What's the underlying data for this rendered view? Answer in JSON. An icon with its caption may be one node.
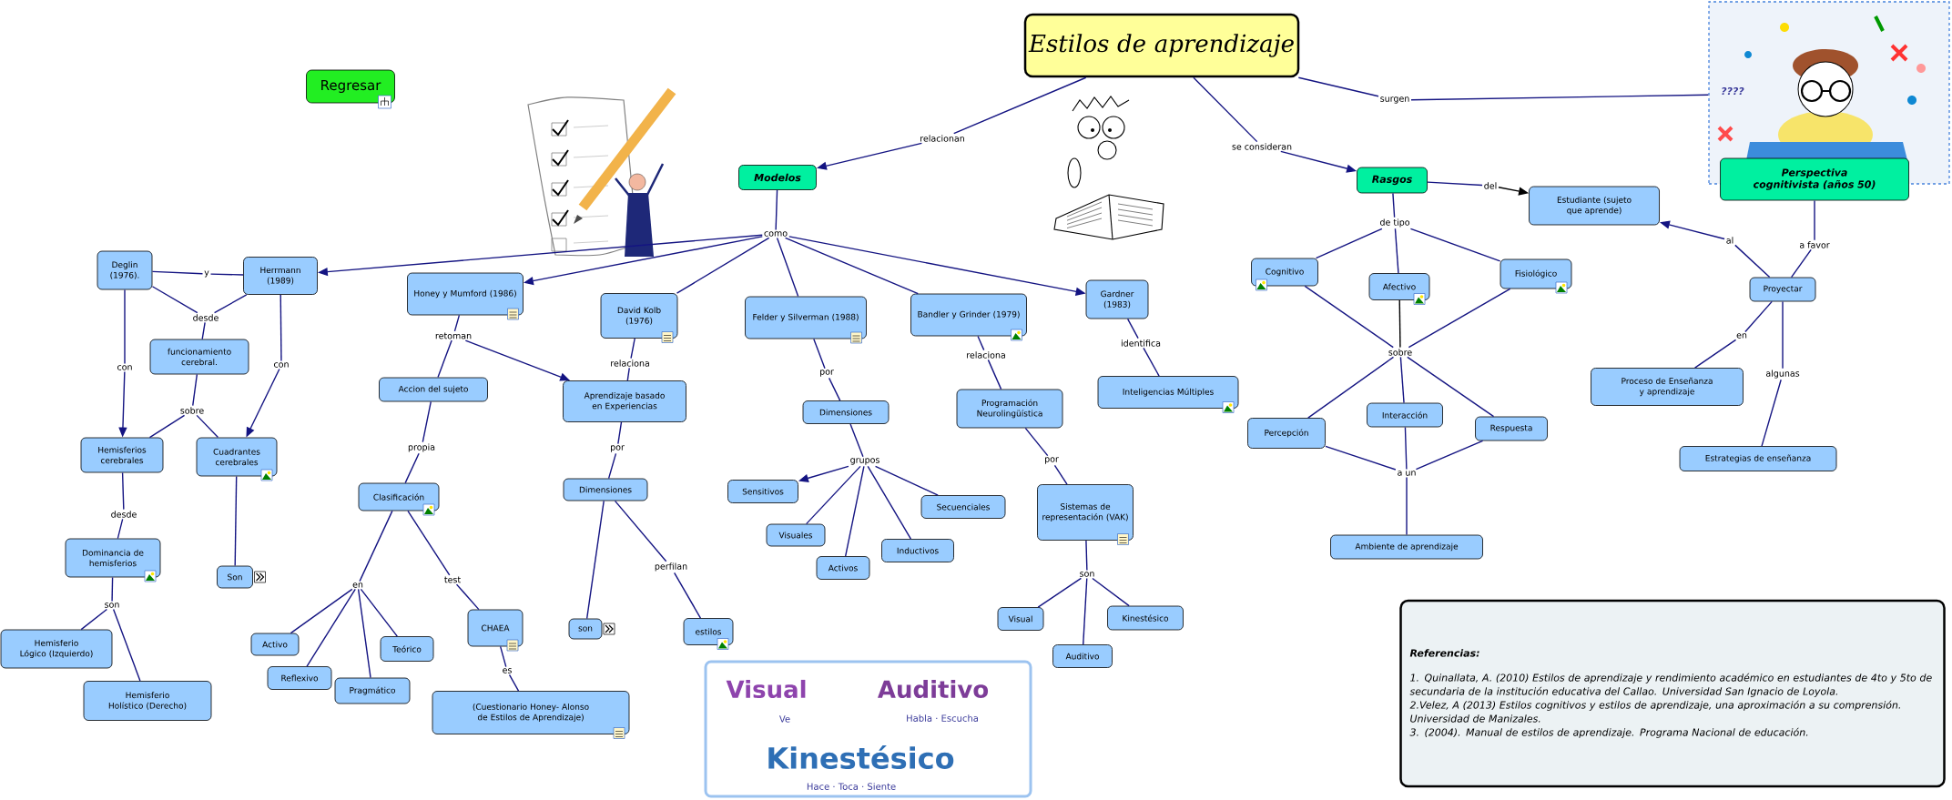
{
  "diagram": {
    "nodes": [
      {
        "text": [
          "Estilos de aprendizaje"
        ]
      },
      {
        "text": [
          "Regresar"
        ]
      },
      {
        "text": [
          "relacionan"
        ]
      },
      {
        "text": [
          "se consideran"
        ]
      },
      {
        "text": [
          "surgen"
        ]
      },
      {
        "text": [
          "Modelos"
        ]
      },
      {
        "text": [
          "Rasgos"
        ]
      },
      {
        "text": [
          "del"
        ]
      },
      {
        "text": [
          "Estudiante (sujeto que aprende)"
        ]
      },
      {
        "text": [],
        "shape": "picture"
      },
      {
        "text": [
          "Perspectiva cognitivista (años 50)"
        ]
      },
      {
        "text": [
          "como"
        ]
      },
      {
        "text": [
          "de tipo"
        ]
      },
      {
        "text": [
          "a favor"
        ]
      },
      {
        "text": [
          "al"
        ]
      },
      {
        "text": [
          "Deglin (1976)."
        ]
      },
      {
        "text": [
          "y"
        ]
      },
      {
        "text": [
          "Herrmann (1989)"
        ]
      },
      {
        "text": [
          "Honey y Mumford (1986)"
        ]
      },
      {
        "text": [
          "David Kolb (1976)"
        ]
      },
      {
        "text": [
          "Felder y Silverman (1988)"
        ]
      },
      {
        "text": [
          "Bandler y Grinder (1979)"
        ]
      },
      {
        "text": [
          "Gardner (1983)"
        ]
      },
      {
        "text": [
          "Cognitivo"
        ]
      },
      {
        "text": [
          "Afectivo"
        ]
      },
      {
        "text": [
          "Fisiológico"
        ]
      },
      {
        "text": [
          "Proyectar"
        ]
      },
      {
        "text": [
          "desde"
        ]
      },
      {
        "text": [
          "retoman"
        ]
      },
      {
        "text": [
          "relaciona"
        ]
      },
      {
        "text": [
          "funcionamiento cerebral."
        ]
      },
      {
        "text": [
          "con"
        ]
      },
      {
        "text": [
          "con"
        ]
      },
      {
        "text": [
          "Accion del sujeto"
        ]
      },
      {
        "text": [
          "Aprendizaje basado en Experiencias"
        ]
      },
      {
        "text": [
          "por"
        ]
      },
      {
        "text": [
          "relaciona"
        ]
      },
      {
        "text": [
          "identifica"
        ]
      },
      {
        "text": [
          "sobre"
        ]
      },
      {
        "text": [
          "en"
        ]
      },
      {
        "text": [
          "algunas"
        ]
      },
      {
        "text": [
          "Inteligencias Múltiples"
        ]
      },
      {
        "text": [
          "Dimensiones"
        ]
      },
      {
        "text": [
          "Programación Neurolingüística"
        ]
      },
      {
        "text": [
          "Percepción"
        ]
      },
      {
        "text": [
          "Interacción"
        ]
      },
      {
        "text": [
          "Respuesta"
        ]
      },
      {
        "text": [
          "Proceso de Enseñanza y aprendizaje"
        ]
      },
      {
        "text": [
          "sobre"
        ]
      },
      {
        "text": [
          "Hemisferios cerebrales"
        ]
      },
      {
        "text": [
          "Cuadrantes cerebrales"
        ]
      },
      {
        "text": [
          "propia"
        ]
      },
      {
        "text": [
          "por"
        ]
      },
      {
        "text": [
          "grupos"
        ]
      },
      {
        "text": [
          "por"
        ]
      },
      {
        "text": [
          "Sistemas de representación (VAK)"
        ]
      },
      {
        "text": [
          "Estrategias de enseñanza"
        ]
      },
      {
        "text": [
          "a un"
        ]
      },
      {
        "text": [
          "Dimensiones"
        ]
      },
      {
        "text": [
          "Clasificación"
        ]
      },
      {
        "text": [
          "Sensitivos"
        ]
      },
      {
        "text": [
          "Secuenciales"
        ]
      },
      {
        "text": [
          "desde"
        ]
      },
      {
        "text": [
          "Visuales"
        ]
      },
      {
        "text": [
          "Inductivos"
        ]
      },
      {
        "text": [
          "Ambiente de aprendizaje"
        ]
      },
      {
        "text": [
          "Activos"
        ]
      },
      {
        "text": [
          "Dominancia de hemisferios"
        ]
      },
      {
        "text": [
          "Son"
        ]
      },
      {
        "text": [
          "son"
        ]
      },
      {
        "text": [
          "test"
        ]
      },
      {
        "text": [
          "en"
        ]
      },
      {
        "text": [
          "son"
        ]
      },
      {
        "text": [
          "perfilan"
        ]
      },
      {
        "text": [
          "Visual"
        ]
      },
      {
        "text": [
          "Kinestésico"
        ]
      },
      {
        "text": [
          "CHAEA"
        ]
      },
      {
        "text": [
          "son"
        ]
      },
      {
        "text": [
          "estilos"
        ]
      },
      {
        "text": [
          "Activo"
        ]
      },
      {
        "text": [
          "Hemisferio Lógico (Izquierdo)"
        ]
      },
      {
        "text": [
          "Auditivo"
        ]
      },
      {
        "text": [
          "Teórico"
        ]
      },
      {
        "text": [
          "Reflexivo"
        ]
      },
      {
        "text": [
          "es"
        ]
      },
      {
        "text": [
          "Pragmático"
        ]
      },
      {
        "text": [
          "Hemisferio Holístico (Derecho)"
        ]
      },
      {
        "text": [
          "(Cuestionario Honey- Alonso de Estilos de Aprendizaje)"
        ]
      },
      {
        "text": [
          "Referencias:",
          "1. Quinallata, A. (2010) Estilos de aprendizaje y rendimiento académico en estudiantes de 4to y 5to de secundaria de la institución educativa del Callao. Universidad San Ignacio de Loyola.",
          "2.Velez, A (2013) Estilos cognitivos y estilos de aprendizaje, una aproximación a su comprensión. Universidad de Manizales.",
          "3. (2004). Manual de estilos de aprendizaje. Programa Nacional de educación."
        ]
      }
    ],
    "edges": [
      {
        "from": 0,
        "to": 2,
        "arrow": "none"
      },
      {
        "from": 2,
        "to": 5,
        "arrow": "to"
      },
      {
        "from": 0,
        "to": 3,
        "arrow": "none"
      },
      {
        "from": 3,
        "to": 6,
        "arrow": "to"
      },
      {
        "from": 0,
        "to": 4,
        "arrow": "none"
      },
      {
        "from": 4,
        "to": 9,
        "arrow": "none"
      },
      {
        "from": 5,
        "to": 11,
        "arrow": "none"
      },
      {
        "from": 11,
        "to": 17,
        "arrow": "to"
      },
      {
        "from": 11,
        "to": 18,
        "arrow": "to"
      },
      {
        "from": 11,
        "to": 19,
        "arrow": "none"
      },
      {
        "from": 11,
        "to": 20,
        "arrow": "none"
      },
      {
        "from": 11,
        "to": 21,
        "arrow": "none"
      },
      {
        "from": 11,
        "to": 22,
        "arrow": "to"
      },
      {
        "from": 15,
        "to": 16,
        "arrow": "none"
      },
      {
        "from": 16,
        "to": 17,
        "arrow": "none"
      },
      {
        "from": 15,
        "to": 27,
        "arrow": "none"
      },
      {
        "from": 17,
        "to": 27,
        "arrow": "none"
      },
      {
        "from": 27,
        "to": 30,
        "arrow": "none"
      },
      {
        "from": 15,
        "to": 31,
        "arrow": "none"
      },
      {
        "from": 31,
        "to": 49,
        "arrow": "to"
      },
      {
        "from": 17,
        "to": 32,
        "arrow": "none"
      },
      {
        "from": 32,
        "to": 50,
        "arrow": "to"
      },
      {
        "from": 30,
        "to": 48,
        "arrow": "none"
      },
      {
        "from": 48,
        "to": 49,
        "arrow": "none"
      },
      {
        "from": 48,
        "to": 50,
        "arrow": "none"
      },
      {
        "from": 49,
        "to": 62,
        "arrow": "none"
      },
      {
        "from": 62,
        "to": 67,
        "arrow": "none"
      },
      {
        "from": 67,
        "to": 72,
        "arrow": "none"
      },
      {
        "from": 72,
        "to": 80,
        "arrow": "none"
      },
      {
        "from": 72,
        "to": 86,
        "arrow": "none"
      },
      {
        "from": 50,
        "to": 68,
        "arrow": "none"
      },
      {
        "from": 18,
        "to": 28,
        "arrow": "none"
      },
      {
        "from": 28,
        "to": 33,
        "arrow": "none"
      },
      {
        "from": 28,
        "to": 34,
        "arrow": "to"
      },
      {
        "from": 19,
        "to": 29,
        "arrow": "none"
      },
      {
        "from": 29,
        "to": 34,
        "arrow": "none"
      },
      {
        "from": 33,
        "to": 51,
        "arrow": "none"
      },
      {
        "from": 51,
        "to": 59,
        "arrow": "none"
      },
      {
        "from": 59,
        "to": 71,
        "arrow": "none"
      },
      {
        "from": 71,
        "to": 79,
        "arrow": "none"
      },
      {
        "from": 71,
        "to": 83,
        "arrow": "none"
      },
      {
        "from": 71,
        "to": 85,
        "arrow": "none"
      },
      {
        "from": 71,
        "to": 82,
        "arrow": "none"
      },
      {
        "from": 59,
        "to": 70,
        "arrow": "none"
      },
      {
        "from": 70,
        "to": 76,
        "arrow": "none"
      },
      {
        "from": 76,
        "to": 84,
        "arrow": "none"
      },
      {
        "from": 84,
        "to": 87,
        "arrow": "none"
      },
      {
        "from": 34,
        "to": 52,
        "arrow": "none"
      },
      {
        "from": 52,
        "to": 58,
        "arrow": "none"
      },
      {
        "from": 58,
        "to": 77,
        "arrow": "none"
      },
      {
        "from": 58,
        "to": 73,
        "arrow": "none"
      },
      {
        "from": 73,
        "to": 78,
        "arrow": "none"
      },
      {
        "from": 20,
        "to": 35,
        "arrow": "none"
      },
      {
        "from": 35,
        "to": 42,
        "arrow": "none"
      },
      {
        "from": 42,
        "to": 53,
        "arrow": "none"
      },
      {
        "from": 53,
        "to": 60,
        "arrow": "to"
      },
      {
        "from": 53,
        "to": 63,
        "arrow": "none"
      },
      {
        "from": 53,
        "to": 66,
        "arrow": "none"
      },
      {
        "from": 53,
        "to": 64,
        "arrow": "none"
      },
      {
        "from": 53,
        "to": 61,
        "arrow": "none"
      },
      {
        "from": 21,
        "to": 36,
        "arrow": "none"
      },
      {
        "from": 36,
        "to": 43,
        "arrow": "none"
      },
      {
        "from": 43,
        "to": 54,
        "arrow": "none"
      },
      {
        "from": 54,
        "to": 55,
        "arrow": "none"
      },
      {
        "from": 55,
        "to": 69,
        "arrow": "none"
      },
      {
        "from": 69,
        "to": 74,
        "arrow": "none"
      },
      {
        "from": 69,
        "to": 81,
        "arrow": "none"
      },
      {
        "from": 69,
        "to": 75,
        "arrow": "none"
      },
      {
        "from": 22,
        "to": 37,
        "arrow": "none"
      },
      {
        "from": 37,
        "to": 41,
        "arrow": "none"
      },
      {
        "from": 6,
        "to": 7,
        "arrow": "none"
      },
      {
        "from": 7,
        "to": 8,
        "arrow": "to",
        "color": "#000000"
      },
      {
        "from": 6,
        "to": 12,
        "arrow": "none"
      },
      {
        "from": 12,
        "to": 23,
        "arrow": "none"
      },
      {
        "from": 12,
        "to": 24,
        "arrow": "none"
      },
      {
        "from": 12,
        "to": 25,
        "arrow": "none"
      },
      {
        "from": 23,
        "to": 38,
        "arrow": "none"
      },
      {
        "from": 24,
        "to": 38,
        "arrow": "none",
        "color": "#000000"
      },
      {
        "from": 25,
        "to": 38,
        "arrow": "none"
      },
      {
        "from": 38,
        "to": 44,
        "arrow": "none"
      },
      {
        "from": 38,
        "to": 45,
        "arrow": "none"
      },
      {
        "from": 38,
        "to": 46,
        "arrow": "none"
      },
      {
        "from": 44,
        "to": 57,
        "arrow": "none"
      },
      {
        "from": 45,
        "to": 57,
        "arrow": "none"
      },
      {
        "from": 46,
        "to": 57,
        "arrow": "none"
      },
      {
        "from": 57,
        "to": 65,
        "arrow": "none"
      },
      {
        "from": 10,
        "to": 13,
        "arrow": "none"
      },
      {
        "from": 13,
        "to": 26,
        "arrow": "none"
      },
      {
        "from": 26,
        "to": 14,
        "arrow": "none"
      },
      {
        "from": 14,
        "to": 8,
        "arrow": "to"
      },
      {
        "from": 26,
        "to": 39,
        "arrow": "none"
      },
      {
        "from": 39,
        "to": 47,
        "arrow": "none"
      },
      {
        "from": 26,
        "to": 40,
        "arrow": "none"
      },
      {
        "from": 40,
        "to": 56,
        "arrow": "none"
      }
    ],
    "labels": [
      "????",
      "Visual",
      "Ve",
      "Auditivo",
      "Habla · Escucha",
      "Kinestésico",
      "Hace · Toca · Siente"
    ]
  }
}
